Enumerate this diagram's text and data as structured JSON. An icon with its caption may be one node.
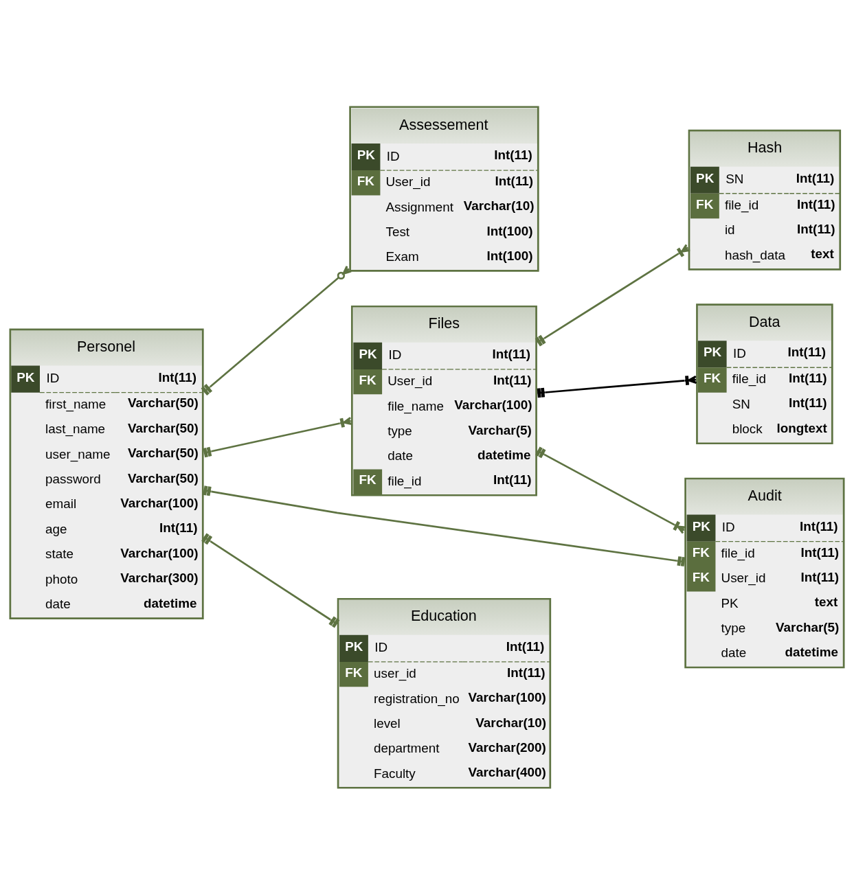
{
  "diagram": {
    "nodes": [
      {
        "text": [
          "Assessement",
          "PK",
          "ID",
          "Int(11)",
          "FK",
          "User_id",
          "Int(11)",
          "Assignment",
          "Varchar(10)",
          "Test",
          "Int(100)",
          "Exam",
          "Int(100)"
        ]
      },
      {
        "text": [
          "Hash",
          "PK",
          "SN",
          "Int(11)",
          "FK",
          "file_id",
          "Int(11)",
          "id",
          "Int(11)",
          "hash_data",
          "text"
        ]
      },
      {
        "text": [
          "Personel",
          "PK",
          "ID",
          "Int(11)",
          "first_name",
          "Varchar(50)",
          "last_name",
          "Varchar(50)",
          "user_name",
          "Varchar(50)",
          "password",
          "Varchar(50)",
          "email",
          "Varchar(100)",
          "age",
          "Int(11)",
          "state",
          "Varchar(100)",
          "photo",
          "Varchar(300)",
          "date",
          "datetime"
        ]
      },
      {
        "text": [
          "Files",
          "PK",
          "ID",
          "Int(11)",
          "FK",
          "User_id",
          "Int(11)",
          "file_name",
          "Varchar(100)",
          "type",
          "Varchar(5)",
          "date",
          "datetime",
          "FK",
          "file_id",
          "Int(11)"
        ]
      },
      {
        "text": [
          "Audit",
          "PK",
          "ID",
          "Int(11)",
          "FK",
          "file_id",
          "Int(11)",
          "FK",
          "User_id",
          "Int(11)",
          "PK",
          "text",
          "type",
          "Varchar(5)",
          "date",
          "datetime"
        ]
      },
      {
        "text": [
          "Education",
          "PK",
          "ID",
          "Int(11)",
          "FK",
          "user_id",
          "Int(11)",
          "registration_no",
          "Varchar(100)",
          "level",
          "Varchar(10)",
          "department",
          "Varchar(200)",
          "Faculty",
          "Varchar(400)"
        ]
      },
      {
        "text": [
          "Data",
          "PK",
          "ID",
          "Int(11)",
          "FK",
          "file_id",
          "Int(11)",
          "SN",
          "Int(11)",
          "block",
          "longtext"
        ]
      }
    ],
    "edges": [
      {
        "from": 2,
        "to": 0,
        "arrow": "other"
      },
      {
        "from": 2,
        "to": 3,
        "arrow": "other"
      },
      {
        "from": 2,
        "to": 4,
        "arrow": "other"
      },
      {
        "from": 2,
        "to": 5,
        "arrow": "other"
      },
      {
        "from": 3,
        "to": 1,
        "arrow": "other"
      },
      {
        "from": 3,
        "to": 4,
        "arrow": "other"
      },
      {
        "from": 3,
        "to": 6,
        "arrow": "other",
        "color": "#000000"
      }
    ]
  }
}
